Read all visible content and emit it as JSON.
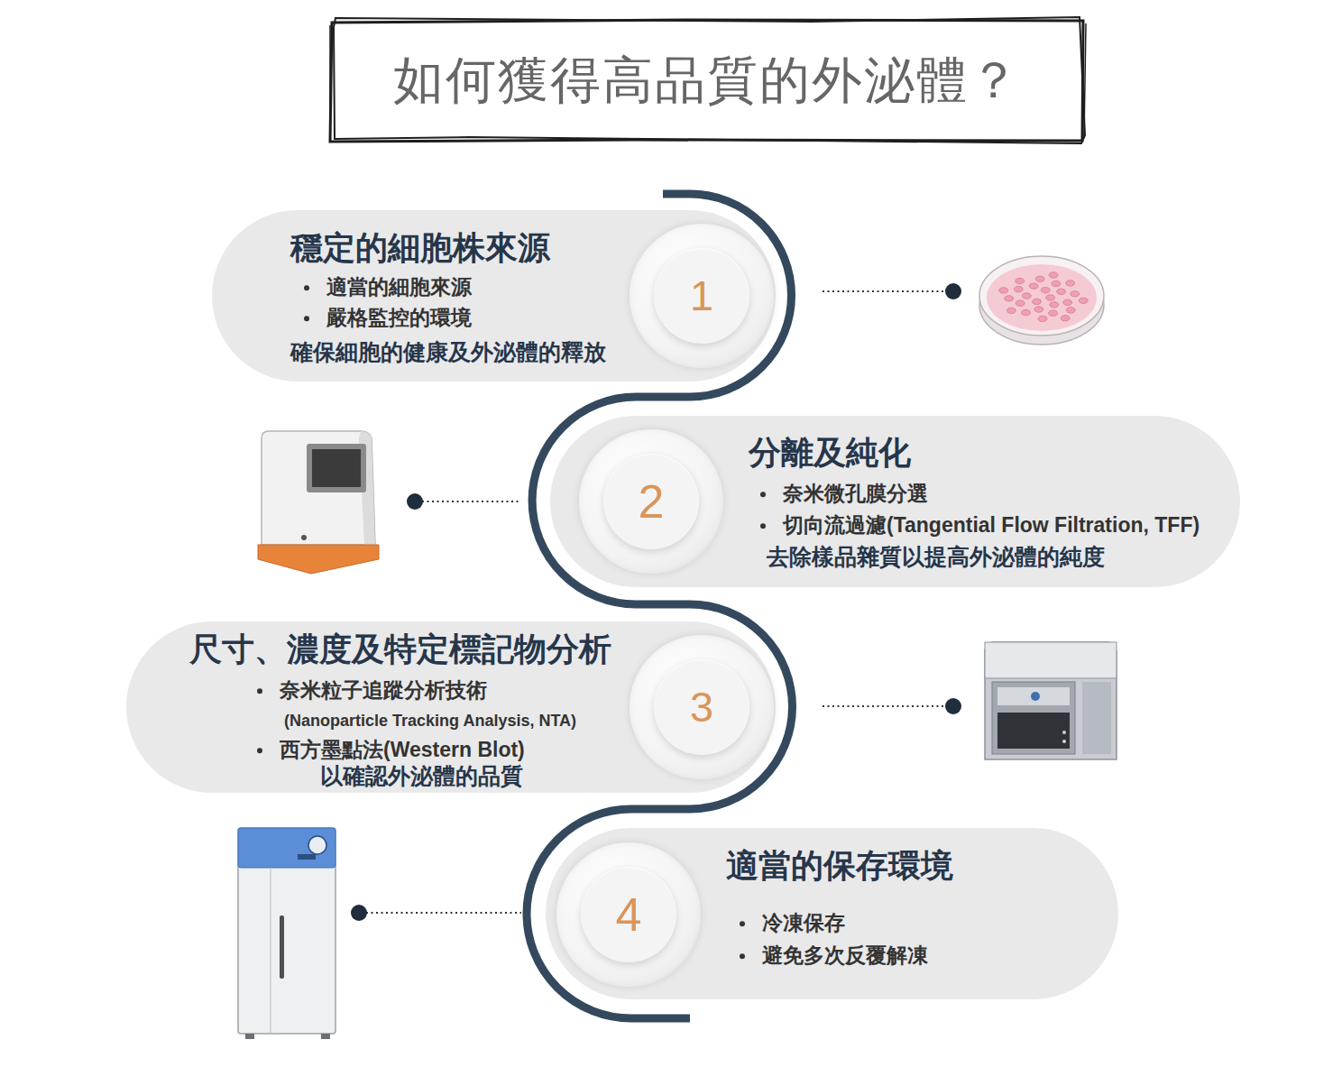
{
  "diagram": {
    "title": "如何獲得高品質的外泌體？",
    "nodes": [
      {
        "text": [
          "穩定的細胞株來源",
          "適當的細胞來源",
          "嚴格監控的環境",
          "確保細胞的健康及外泌體的釋放"
        ]
      },
      {
        "text": [
          "1"
        ],
        "in": 0
      },
      {
        "text": [
          "分離及純化",
          "奈米微孔膜分選",
          "切向流過濾(Tangential Flow Filtration, TFF)",
          "去除樣品雜質以提高外泌體的純度"
        ]
      },
      {
        "text": [
          "2"
        ],
        "in": 2
      },
      {
        "text": [
          "尺寸、濃度及特定標記物分析",
          "奈米粒子追蹤分析技術",
          "(Nanoparticle Tracking Analysis, NTA)",
          "西方墨點法(Western Blot)",
          "以確認外泌體的品質"
        ]
      },
      {
        "text": [
          "3"
        ],
        "in": 4
      },
      {
        "text": [
          "適當的保存環境",
          "冷凍保存",
          "避免多次反覆解凍"
        ]
      },
      {
        "text": [
          "4"
        ],
        "in": 6
      }
    ]
  }
}
